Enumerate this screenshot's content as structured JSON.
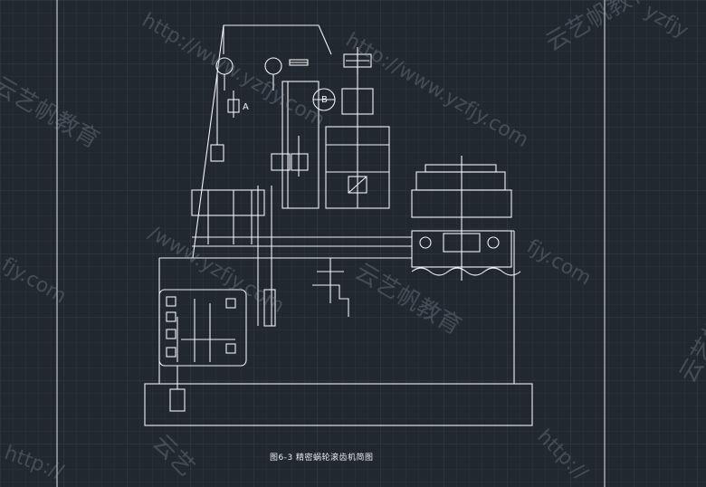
{
  "caption": "图6-3  精密蜗轮滚齿机简图",
  "labels": {
    "a": "A",
    "b": "B"
  },
  "watermarks": {
    "url": "http://www.yzfjy.com",
    "brand": "云艺帆教育",
    "url_fragment_1": "http://",
    "url_fragment_2": "fjy.com",
    "url_fragment_3": "yzfjy",
    "url_fragment_4": "/www.yzfjy.com",
    "url_fragment_5": "云艺"
  },
  "colors": {
    "background": "#212830",
    "grid_minor": "#2b333d",
    "grid_major": "#34404c",
    "line": "#f2f4f6",
    "watermark": "#8a97a6"
  }
}
